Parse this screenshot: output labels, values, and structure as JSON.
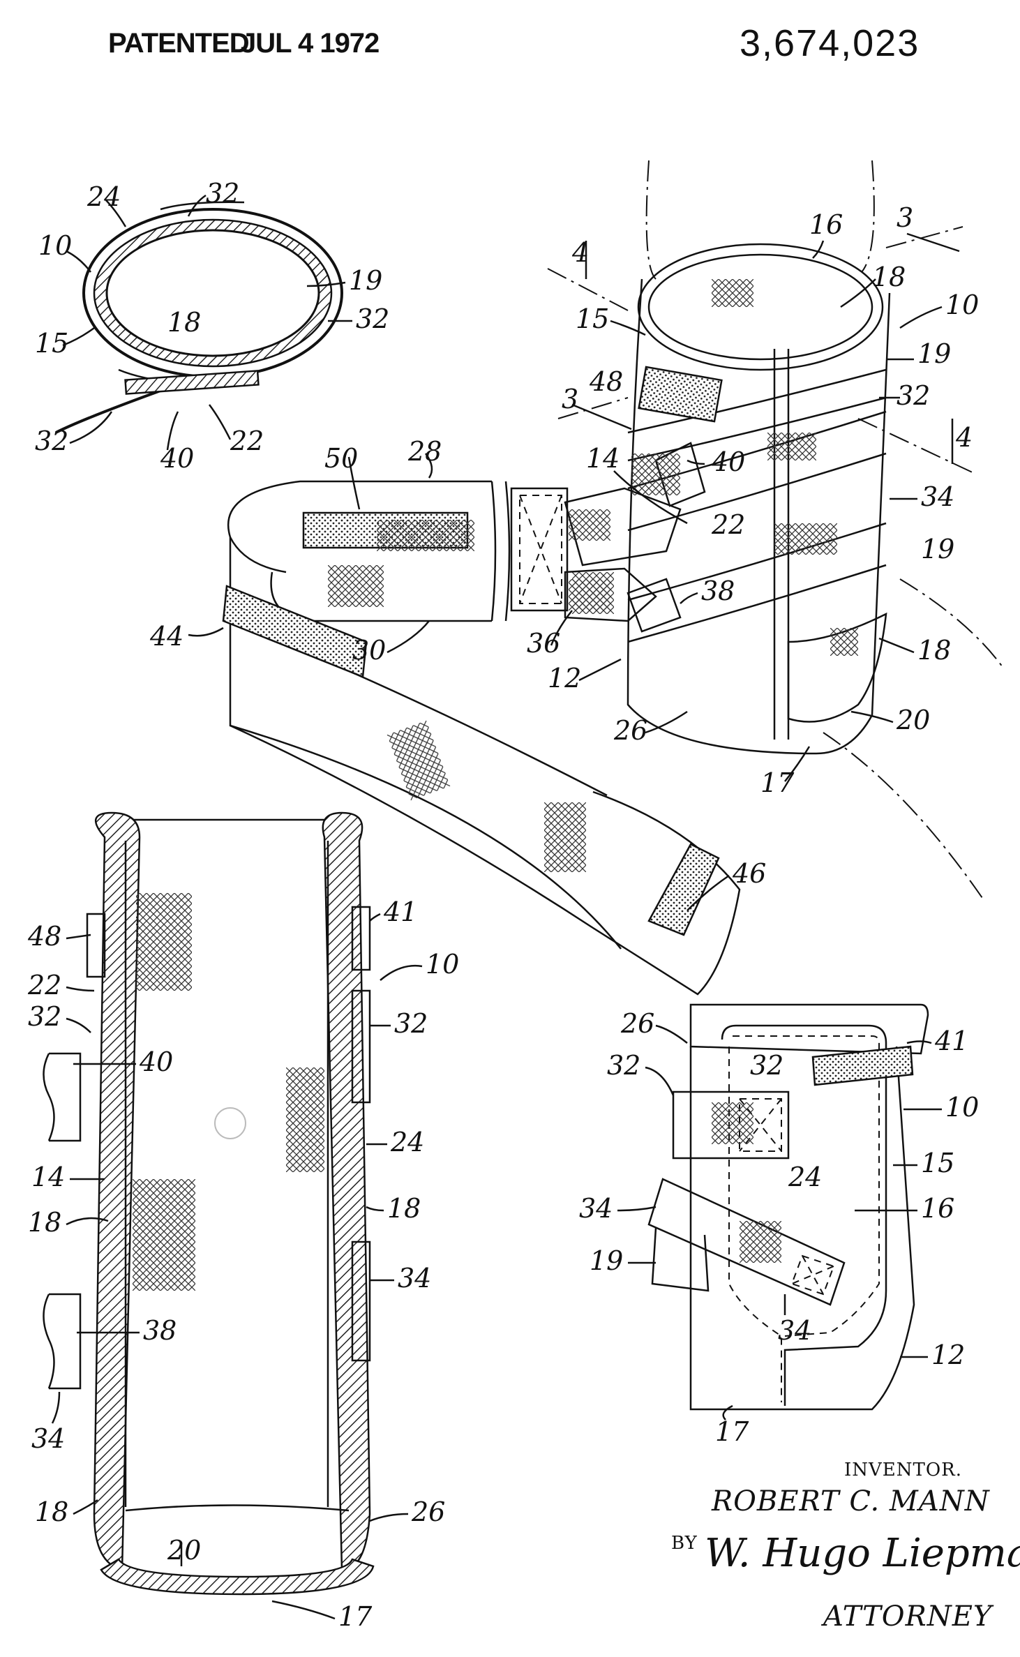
{
  "header": {
    "patented_label": "PATENTED",
    "date": "JUL  4 1972",
    "patent_number": "3,674,023"
  },
  "figure1": {
    "labels": [
      "24",
      "32",
      "10",
      "19",
      "32",
      "15",
      "18",
      "32",
      "40",
      "22"
    ]
  },
  "figure2": {
    "labels": [
      "16",
      "3",
      "4",
      "18",
      "10",
      "15",
      "19",
      "48",
      "3",
      "32",
      "4",
      "14",
      "40",
      "34",
      "22",
      "19",
      "38",
      "36",
      "12",
      "18",
      "26",
      "20",
      "17",
      "28",
      "50",
      "44",
      "30",
      "46"
    ]
  },
  "figure3": {
    "labels": [
      "48",
      "41",
      "10",
      "22",
      "32",
      "32",
      "40",
      "24",
      "14",
      "18",
      "18",
      "34",
      "38",
      "34",
      "18",
      "26",
      "20",
      "17"
    ]
  },
  "figure4": {
    "labels": [
      "26",
      "41",
      "32",
      "32",
      "10",
      "24",
      "15",
      "16",
      "34",
      "19",
      "34",
      "12",
      "17"
    ]
  },
  "signature_block": {
    "inventor_label": "INVENTOR.",
    "inventor_name": "ROBERT C. MANN",
    "by_label": "BY",
    "signature": "W. Hugo Liepmann",
    "attorney_label": "ATTORNEY"
  }
}
